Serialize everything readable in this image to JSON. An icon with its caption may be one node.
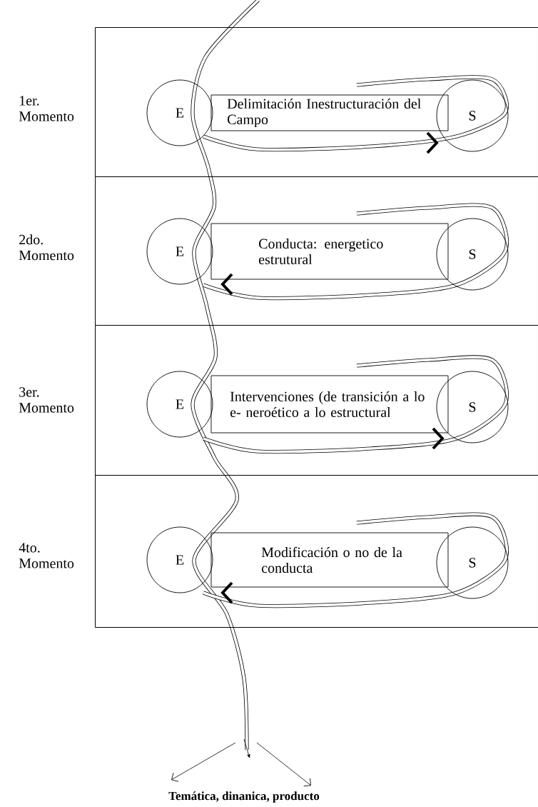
{
  "diagram": {
    "nodes": [
      {
        "text": [],
        "shape": "box",
        "beside": [
          "1er. Momento"
        ]
      },
      {
        "text": [
          "E"
        ],
        "in": 0
      },
      {
        "text": [
          "Delimitación Inestructuración del Campo"
        ],
        "in": 0
      },
      {
        "text": [
          "S"
        ],
        "in": 0
      },
      {
        "text": [],
        "shape": "box",
        "beside": [
          "2do. Momento"
        ]
      },
      {
        "text": [
          "E"
        ],
        "in": 4
      },
      {
        "text": [
          "Conducta: energetico estrutural"
        ],
        "in": 4
      },
      {
        "text": [
          "S"
        ],
        "in": 4
      },
      {
        "text": [],
        "shape": "box",
        "beside": [
          "3er. Momento"
        ]
      },
      {
        "text": [
          "E"
        ],
        "in": 8
      },
      {
        "text": [
          "Intervenciones (de transición a lo e- neroético a lo estructural"
        ],
        "in": 8
      },
      {
        "text": [
          "S"
        ],
        "in": 8
      },
      {
        "text": [],
        "shape": "box",
        "beside": [
          "4to. Momento"
        ]
      },
      {
        "text": [
          "E"
        ],
        "in": 12
      },
      {
        "text": [
          "Modificación o no de la conducta"
        ],
        "in": 12
      },
      {
        "text": [
          "S"
        ],
        "in": 12
      }
    ],
    "labels": [
      "Temática, dinanica, producto"
    ]
  }
}
